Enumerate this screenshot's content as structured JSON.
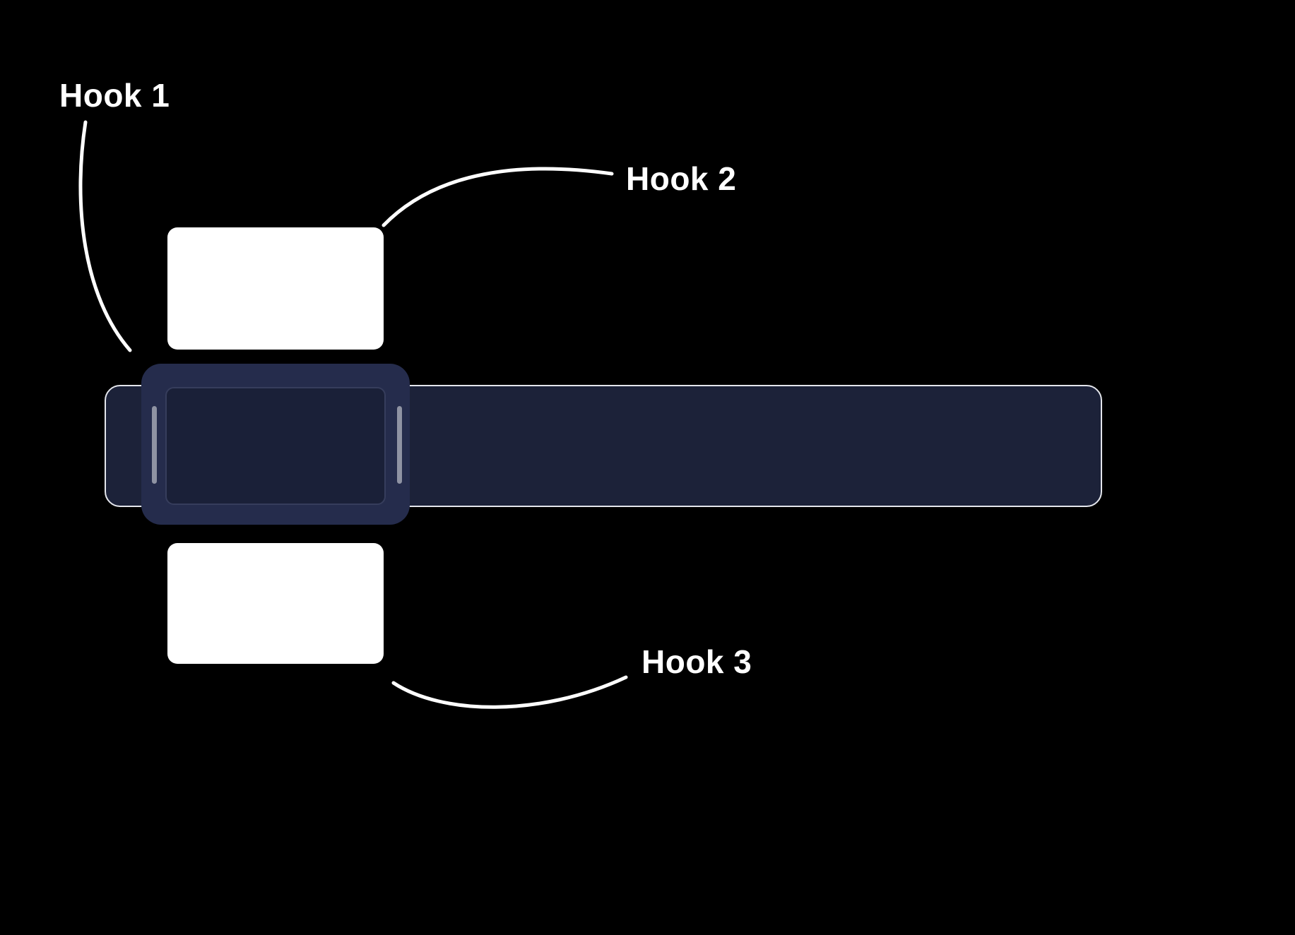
{
  "diagram": {
    "labels": {
      "hook1": "Hook 1",
      "hook2": "Hook 2",
      "hook3": "Hook 3"
    },
    "colors": {
      "background": "#000000",
      "label_text": "#ffffff",
      "connector": "#ffffff",
      "box_fill": "#ffffff",
      "track_fill": "#1c2239",
      "track_border": "#e4e6ec",
      "handle_fill": "#252c4c",
      "handle_inner_fill": "#1a2038",
      "handle_inner_border": "#363d5c",
      "grip": "#8f93a3"
    }
  }
}
